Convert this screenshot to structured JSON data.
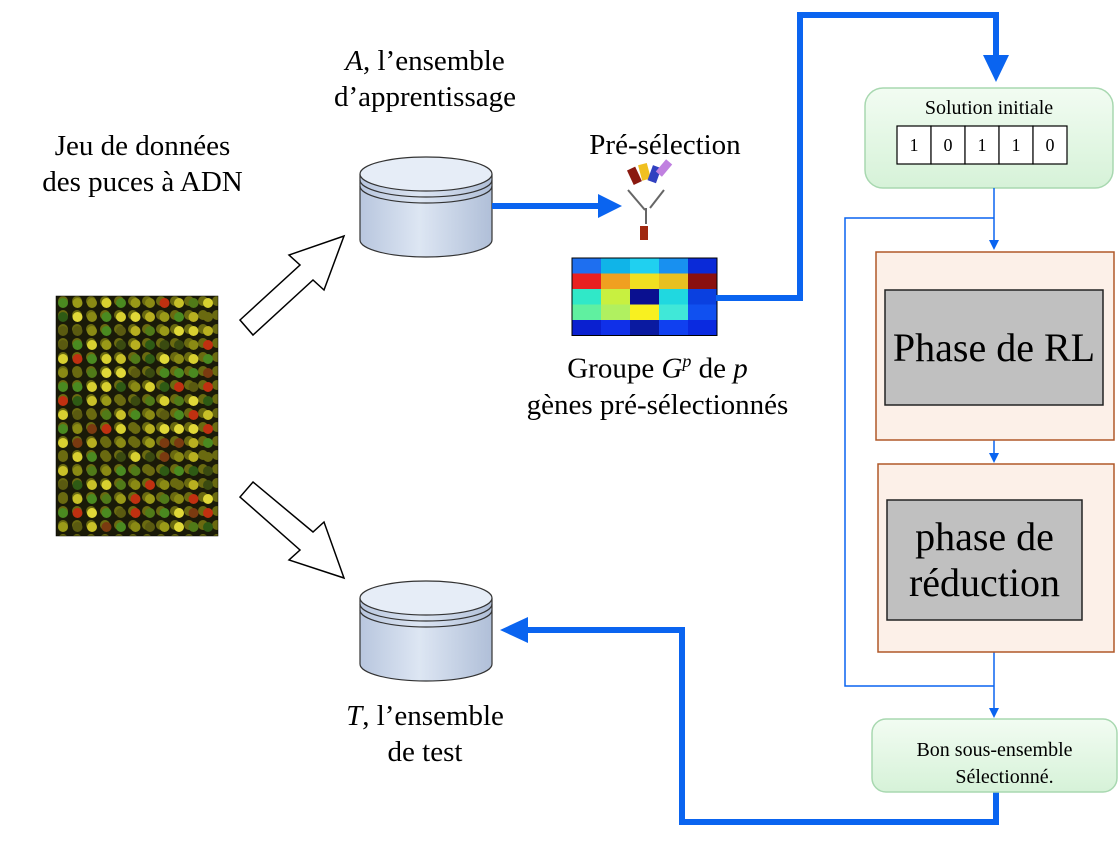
{
  "labels": {
    "dataset_line1": "Jeu de données",
    "dataset_line2": "des puces à ADN",
    "train_italic": "A",
    "train_rest": ", l’ensemble",
    "train_line2": "d’apprentissage",
    "preselection": "Pré-sélection",
    "group_pre": "Groupe ",
    "group_G": "G",
    "group_p_sup": "p",
    "group_mid": " de ",
    "group_p": "p",
    "group_line2": "gènes pré-sélectionnés",
    "test_italic": "T",
    "test_rest": ", l’ensemble",
    "test_line2": "de test",
    "initial_solution": "Solution initiale",
    "bits": [
      "1",
      "0",
      "1",
      "1",
      "0"
    ],
    "phase_rl": "Phase de RL",
    "phase_reduction_line1": "phase de",
    "phase_reduction_line2": "réduction",
    "result_line1": "Bon sous-ensemble",
    "result_line2": "Sélectionné."
  },
  "heatmap": {
    "rows": [
      [
        "#1e6ff0",
        "#10b4e8",
        "#20d0f0",
        "#1890f0",
        "#0a2ad8"
      ],
      [
        "#e82020",
        "#f0a020",
        "#f0e020",
        "#e8c020",
        "#8a1010"
      ],
      [
        "#30e8c8",
        "#c8f040",
        "#0a1090",
        "#20d8e0",
        "#0a40e0"
      ],
      [
        "#60f0a0",
        "#b0f060",
        "#f8f020",
        "#40e8d8",
        "#1050f0"
      ],
      [
        "#0a20d0",
        "#1030e8",
        "#0a1aa0",
        "#1040f0",
        "#0a2ae0"
      ]
    ]
  },
  "colors": {
    "flow_blue": "#0a64f0",
    "box_fill_green": "#e4f8e4",
    "box_border_green": "#a8d8b0",
    "phase_border": "#b05828",
    "phase_fill": "#fcf0e8",
    "inner_gray": "#c0c0c0",
    "cylinder_fill": "#c8d4e8"
  }
}
